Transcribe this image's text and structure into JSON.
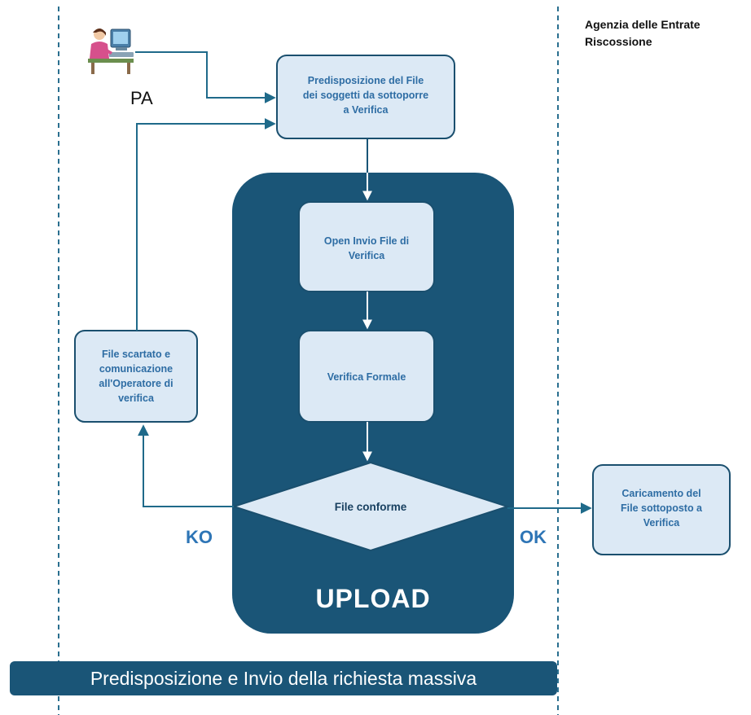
{
  "agency": {
    "line1": "Agenzia delle Entrate",
    "line2": "Riscossione"
  },
  "actor": {
    "label": "PA",
    "icon": "person-at-computer-icon"
  },
  "nodes": {
    "predisposizione": {
      "lines": [
        "Predisposizione del File",
        "dei soggetti da sottoporre",
        "a Verifica"
      ]
    },
    "open_invio": {
      "lines": [
        "Open Invio File di",
        "Verifica"
      ]
    },
    "verifica_formale": {
      "lines": [
        "Verifica Formale"
      ]
    },
    "file_conforme": {
      "lines": [
        "File conforme"
      ]
    },
    "file_scartato": {
      "lines": [
        "File scartato e",
        "comunicazione",
        "all'Operatore di",
        "verifica"
      ]
    },
    "caricamento": {
      "lines": [
        "Caricamento del",
        "File sottoposto a",
        "Verifica"
      ]
    }
  },
  "labels": {
    "ko": "KO",
    "ok": "OK",
    "upload": "UPLOAD"
  },
  "banner": {
    "text": "Predisposizione e Invio della richiesta massiva"
  },
  "colors": {
    "container": "#1a5577",
    "node_fill": "#dce9f5",
    "node_stroke": "#1a4f6e",
    "node_text": "#2e6da4",
    "arrow": "#1f6a8a",
    "divider": "#2a6f8f",
    "accent_label": "#2e75b6",
    "banner": "#1a5577"
  }
}
